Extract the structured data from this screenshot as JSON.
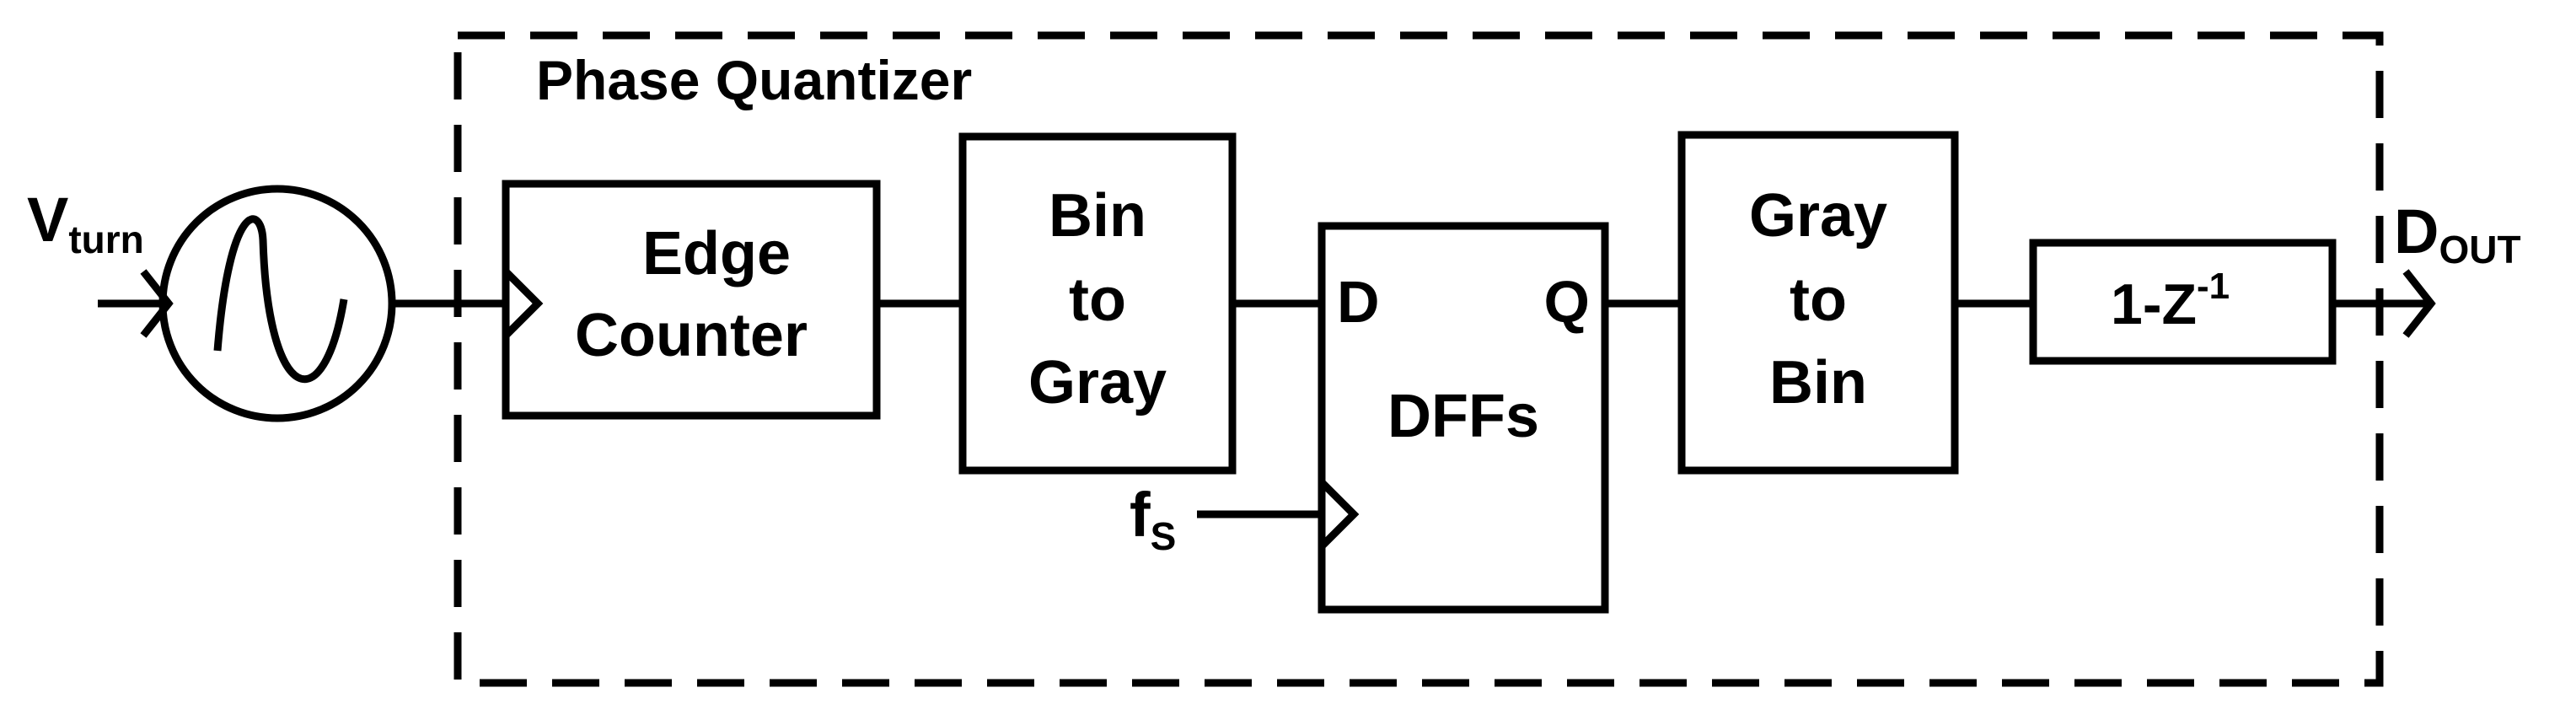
{
  "title": "Phase Quantizer",
  "input": {
    "main": "V",
    "sub": "turn"
  },
  "output": {
    "main": "D",
    "sub": "OUT"
  },
  "clock": {
    "main": "f",
    "sub": "S"
  },
  "blocks": {
    "edge_counter": {
      "line1": "Edge",
      "line2": "Counter"
    },
    "bin_to_gray": {
      "line1": "Bin",
      "line2": "to",
      "line3": "Gray"
    },
    "dffs": {
      "label": "DFFs",
      "d": "D",
      "q": "Q"
    },
    "gray_to_bin": {
      "line1": "Gray",
      "line2": "to",
      "line3": "Bin"
    },
    "diff": {
      "main": "1-Z",
      "sup": "-1"
    }
  },
  "source_icon": "sine-source-icon",
  "colors": {
    "stroke": "#000000",
    "background": "#ffffff"
  }
}
